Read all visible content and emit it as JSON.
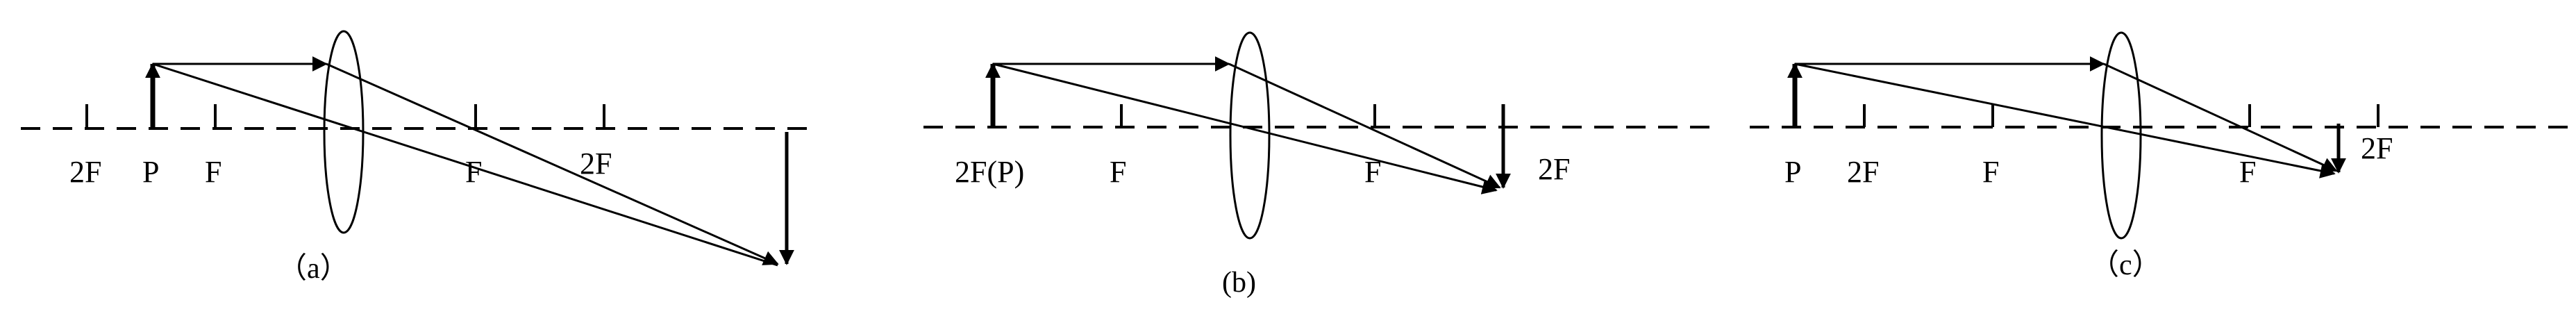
{
  "diagrams": [
    {
      "id": "a",
      "caption": "（a）",
      "labels": {
        "twoF_left": "2F",
        "object": "P",
        "F_left": "F",
        "F_right": "F",
        "twoF_right": "2F"
      }
    },
    {
      "id": "b",
      "caption": "(b)",
      "labels": {
        "object": "2F(P)",
        "F_left": "F",
        "F_right": "F",
        "twoF_right": "2F"
      }
    },
    {
      "id": "c",
      "caption": "（c）",
      "labels": {
        "object": "P",
        "twoF_left": "2F",
        "F_left": "F",
        "F_right": "F",
        "twoF_right": "2F"
      }
    }
  ],
  "colors": {
    "ink": "#000000",
    "background": "#ffffff"
  }
}
